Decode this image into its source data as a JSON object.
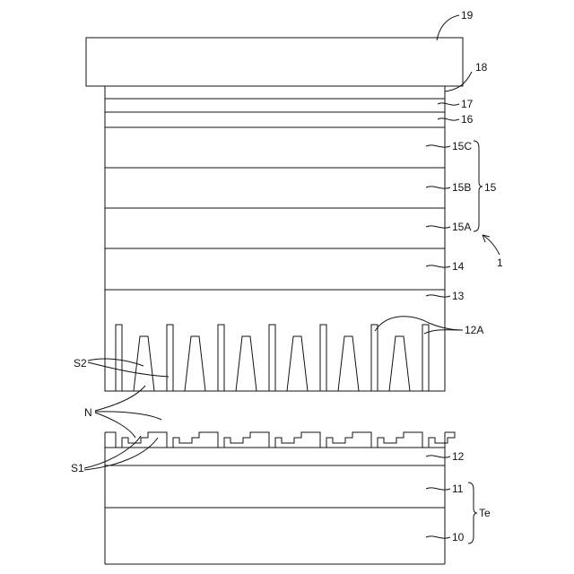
{
  "labels": {
    "l19": "19",
    "l18": "18",
    "l17": "17",
    "l16": "16",
    "l15c": "15C",
    "l15b": "15B",
    "l15a": "15A",
    "l15": "15",
    "l1": "1",
    "l14": "14",
    "l13": "13",
    "l12a": "12A",
    "s2": "S2",
    "n": "N",
    "s1": "S1",
    "l12": "12",
    "l11": "11",
    "te": "Te",
    "l10": "10"
  },
  "colors": {
    "stroke": "#111111",
    "background": "#ffffff"
  }
}
